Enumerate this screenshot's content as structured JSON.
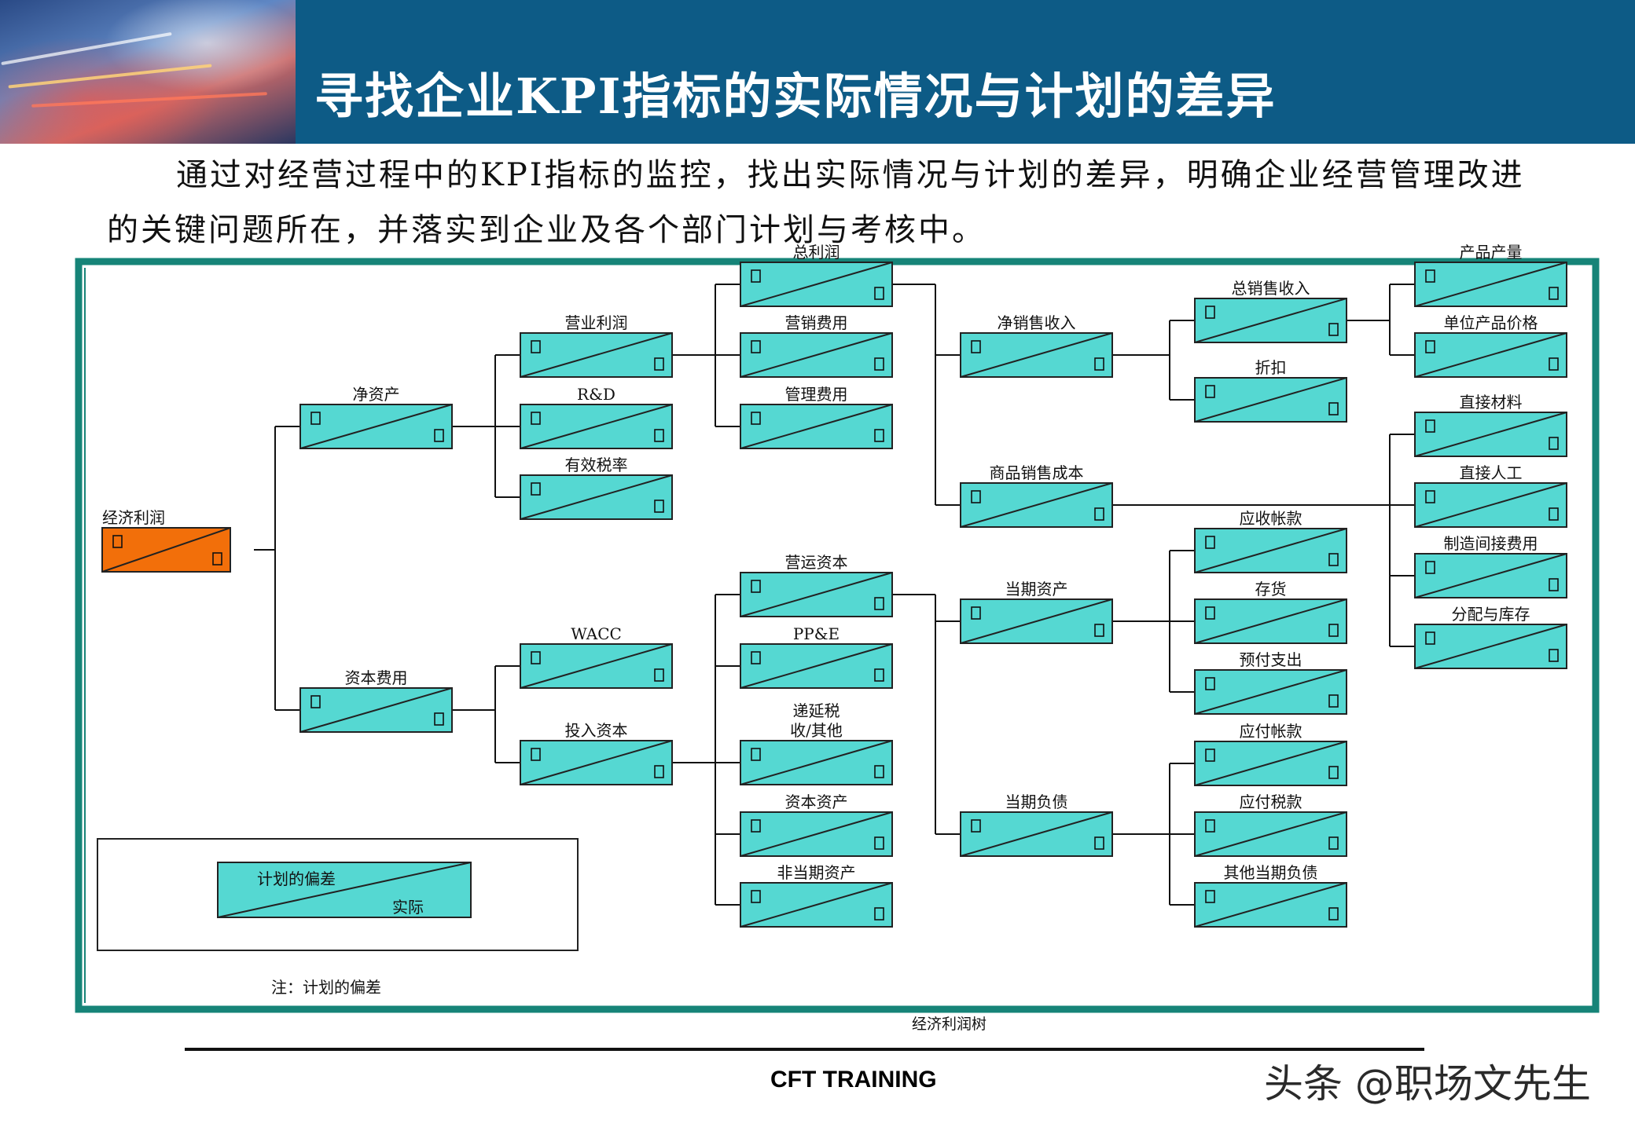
{
  "header": {
    "title": "寻找企业KPI指标的实际情况与计划的差异",
    "bar_color": "#0d5b86"
  },
  "intro": {
    "text": "通过对经营过程中的KPI指标的监控，找出实际情况与计划的差异，明确企业经营管理改进的关键问题所在，并落实到企业及各个部门计划与考核中。"
  },
  "diagram": {
    "frame_color": "#168478",
    "box_color": "#55d8d2",
    "root_color": "#f26f0a",
    "caption": "经济利润树",
    "nodes": [
      {
        "id": "econ_profit",
        "label": "经济利润",
        "root": true
      },
      {
        "id": "net_assets",
        "label": "净资产"
      },
      {
        "id": "capital_cost",
        "label": "资本费用"
      },
      {
        "id": "op_profit",
        "label": "营业利润"
      },
      {
        "id": "rd",
        "label": "R&D"
      },
      {
        "id": "tax_rate",
        "label": "有效税率"
      },
      {
        "id": "wacc",
        "label": "WACC"
      },
      {
        "id": "invested_capital",
        "label": "投入资本"
      },
      {
        "id": "gross_profit",
        "label": "总利润"
      },
      {
        "id": "marketing",
        "label": "营销费用"
      },
      {
        "id": "admin",
        "label": "管理费用"
      },
      {
        "id": "working_capital",
        "label": "营运资本"
      },
      {
        "id": "ppe",
        "label": "PP&E"
      },
      {
        "id": "deferred_tax",
        "label": "递延税收/其他"
      },
      {
        "id": "capital_assets",
        "label": "资本资产"
      },
      {
        "id": "noncurrent_assets",
        "label": "非当期资产"
      },
      {
        "id": "net_sales",
        "label": "净销售收入"
      },
      {
        "id": "cogs",
        "label": "商品销售成本"
      },
      {
        "id": "current_assets",
        "label": "当期资产"
      },
      {
        "id": "current_liab",
        "label": "当期负债"
      },
      {
        "id": "total_sales",
        "label": "总销售收入"
      },
      {
        "id": "discount",
        "label": "折扣"
      },
      {
        "id": "receivables",
        "label": "应收帐款"
      },
      {
        "id": "inventory",
        "label": "存货"
      },
      {
        "id": "prepaid",
        "label": "预付支出"
      },
      {
        "id": "payables",
        "label": "应付帐款"
      },
      {
        "id": "tax_payable",
        "label": "应付税款"
      },
      {
        "id": "other_liab",
        "label": "其他当期负债"
      },
      {
        "id": "output",
        "label": "产品产量"
      },
      {
        "id": "unit_price",
        "label": "单位产品价格"
      },
      {
        "id": "direct_material",
        "label": "直接材料"
      },
      {
        "id": "direct_labor",
        "label": "直接人工"
      },
      {
        "id": "mfg_overhead",
        "label": "制造间接费用"
      },
      {
        "id": "distribution",
        "label": "分配与库存"
      }
    ],
    "edges": [
      [
        "econ_profit",
        [
          "net_assets",
          "capital_cost"
        ]
      ],
      [
        "net_assets",
        [
          "op_profit",
          "rd",
          "tax_rate"
        ]
      ],
      [
        "capital_cost",
        [
          "wacc",
          "invested_capital"
        ]
      ],
      [
        "op_profit",
        [
          "gross_profit",
          "marketing",
          "admin"
        ]
      ],
      [
        "invested_capital",
        [
          "working_capital",
          "ppe",
          "deferred_tax",
          "capital_assets",
          "noncurrent_assets"
        ]
      ],
      [
        "gross_profit",
        [
          "net_sales",
          "cogs"
        ]
      ],
      [
        "working_capital",
        [
          "current_assets",
          "current_liab"
        ]
      ],
      [
        "net_sales",
        [
          "total_sales",
          "discount"
        ]
      ],
      [
        "current_assets",
        [
          "receivables",
          "inventory",
          "prepaid"
        ]
      ],
      [
        "current_liab",
        [
          "payables",
          "tax_payable",
          "other_liab"
        ]
      ],
      [
        "total_sales",
        [
          "output",
          "unit_price"
        ]
      ],
      [
        "cogs",
        [
          "direct_material",
          "direct_labor",
          "mfg_overhead",
          "distribution"
        ]
      ]
    ],
    "legend": {
      "plan_label": "计划的偏差",
      "actual_label": "实际",
      "note": "注：计划的偏差"
    }
  },
  "footer": {
    "brand": "CFT TRAINING",
    "watermark": "头条 @职场文先生"
  }
}
